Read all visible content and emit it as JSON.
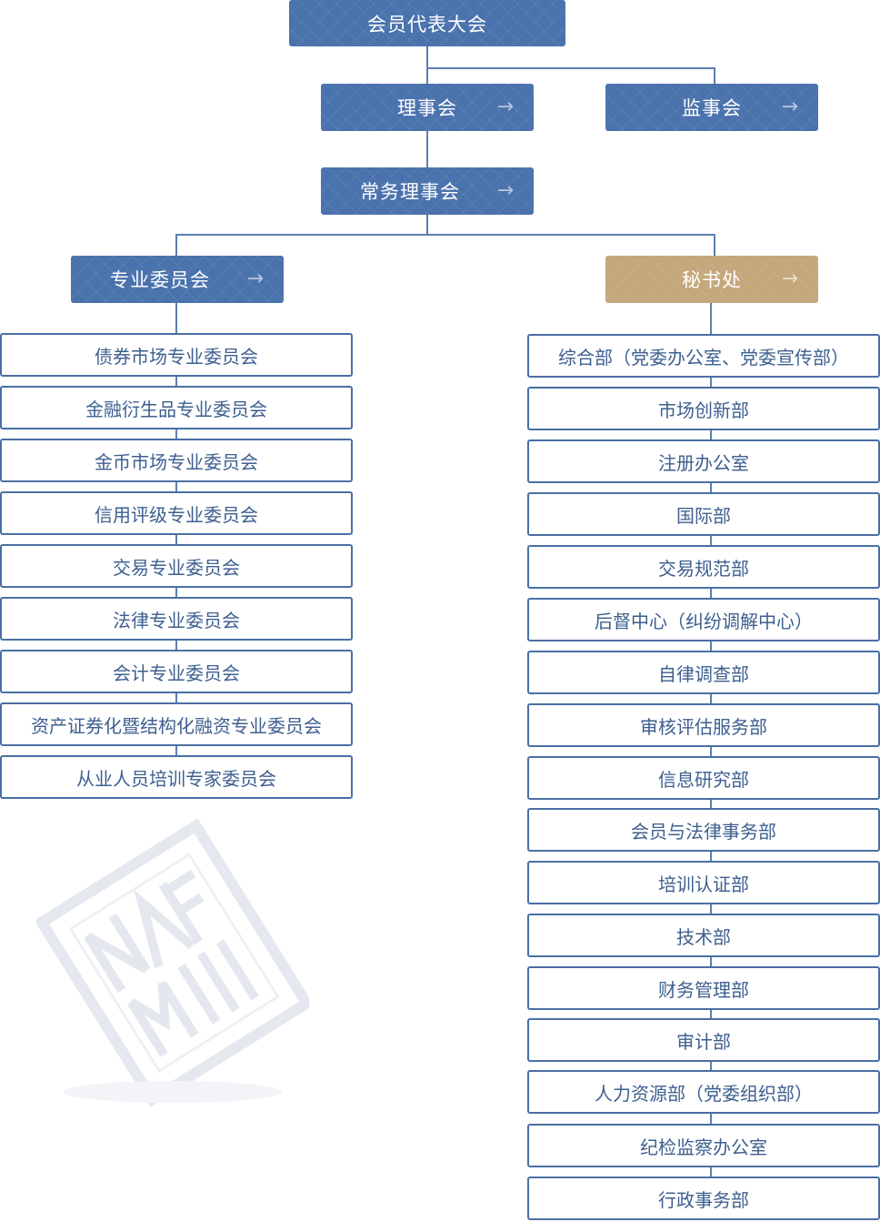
{
  "top": {
    "assembly": "会员代表大会",
    "council": "理事会",
    "supervisory": "监事会",
    "standing": "常务理事会",
    "committees": "专业委员会",
    "secretariat": "秘书处",
    "arrow_glyph": "→"
  },
  "committees": [
    "债券市场专业委员会",
    "金融衍生品专业委员会",
    "金币市场专业委员会",
    "信用评级专业委员会",
    "交易专业委员会",
    "法律专业委员会",
    "会计专业委员会",
    "资产证券化暨结构化融资专业委员会",
    "从业人员培训专家委员会"
  ],
  "departments": [
    "综合部（党委办公室、党委宣传部）",
    "市场创新部",
    "注册办公室",
    "国际部",
    "交易规范部",
    "后督中心（纠纷调解中心）",
    "自律调查部",
    "审核评估服务部",
    "信息研究部",
    "会员与法律事务部",
    "培训认证部",
    "技术部",
    "财务管理部",
    "审计部",
    "人力资源部（党委组织部）",
    "纪检监察办公室",
    "行政事务部"
  ],
  "watermark_text": "NAFMII",
  "colors": {
    "primary_blue": "#4a72ac",
    "gold": "#c4a77a",
    "list_text": "#3d5f8f",
    "connector": "#5d7fae"
  }
}
